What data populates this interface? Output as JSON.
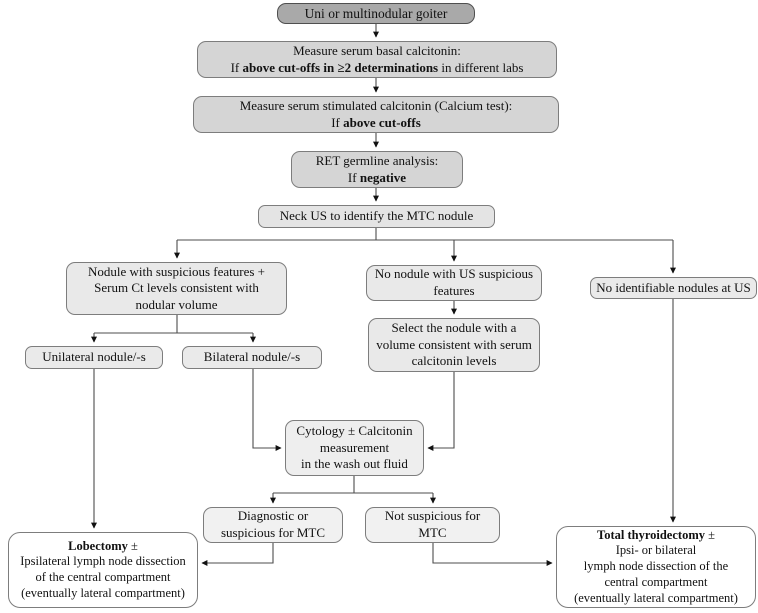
{
  "figure": {
    "kind": "flowchart",
    "topic": "Diagnostic and surgical work-up of goiter with elevated calcitonin (MTC)"
  },
  "palette": {
    "dark_node_fill": "#a9a9a9",
    "medium_node_fill": "#d5d5d5",
    "light_node_fill": "#e9e9e9",
    "white_node_fill": "#ffffff",
    "node_border": "#7d7d7d",
    "connector": "#4d4d4d",
    "arrowhead": "#111111"
  },
  "nodes": {
    "goiter": {
      "text": "Uni or multinodular goiter"
    },
    "basal": {
      "line1": "Measure serum basal calcitonin:",
      "line2_pre": "If ",
      "line2_bold": "above cut-offs in ≥2 determinations",
      "line2_post": " in different labs"
    },
    "stimulated": {
      "line1": "Measure serum stimulated calcitonin (Calcium test):",
      "line2_pre": "If ",
      "line2_bold": "above cut-offs",
      "line2_post": ""
    },
    "ret": {
      "line1": "RET germline analysis:",
      "line2_pre": "If ",
      "line2_bold": "negative",
      "line2_post": ""
    },
    "neck_us": {
      "text": "Neck US to identify the MTC nodule"
    },
    "suspicious_nodule": {
      "text": "Nodule with suspicious features +\nSerum Ct levels consistent with\nnodular volume"
    },
    "no_suspicious": {
      "text": "No nodule with US suspicious\nfeatures"
    },
    "no_identifiable": {
      "text": "No identifiable nodules at US"
    },
    "unilateral": {
      "text": "Unilateral nodule/-s"
    },
    "bilateral": {
      "text": "Bilateral nodule/-s"
    },
    "select_nodule": {
      "text": "Select the nodule with a\nvolume consistent with serum\ncalcitonin levels"
    },
    "cytology": {
      "text": "Cytology ± Calcitonin\nmeasurement\nin the wash out fluid"
    },
    "diagnostic": {
      "text": "Diagnostic or\nsuspicious for MTC"
    },
    "not_suspicious": {
      "text": "Not suspicious for\nMTC"
    },
    "lobectomy": {
      "bold": "Lobectomy",
      "rest": " ±",
      "body": "Ipsilateral lymph node dissection\nof the central compartment\n(eventually lateral compartment)"
    },
    "total_thyroidectomy": {
      "bold": "Total thyroidectomy",
      "rest": " ±",
      "body": "Ipsi- or bilateral\nlymph node dissection of the\ncentral compartment\n(eventually lateral compartment)"
    }
  }
}
